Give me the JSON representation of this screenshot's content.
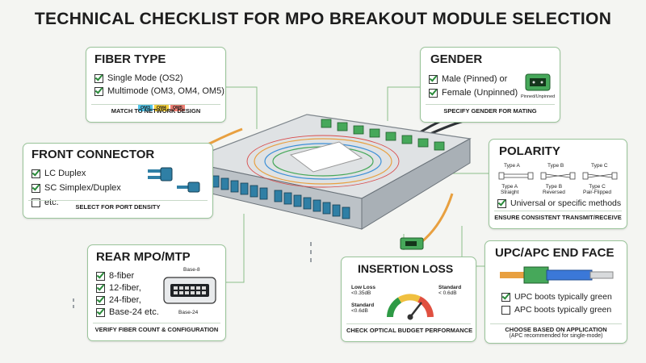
{
  "title": "TECHNICAL CHECKLIST FOR MPO BREAKOUT MODULE SELECTION",
  "fiber_type": {
    "heading": "FIBER TYPE",
    "items": [
      {
        "label": "Single Mode (OS2)",
        "checked": true
      },
      {
        "label": "Multimode (OM3, OM4, OM5)",
        "checked": true
      }
    ],
    "tags": [
      "OM3",
      "OM4",
      "OM5"
    ],
    "footer": "MATCH TO NETWORK DESIGN"
  },
  "gender": {
    "heading": "GENDER",
    "items": [
      {
        "label": "Male (Pinned) or",
        "checked": true
      },
      {
        "label": "Female (Unpinned)",
        "checked": true
      }
    ],
    "image_caption": "Pinned/Unpinned",
    "footer": "SPECIFY GENDER FOR MATING"
  },
  "front_connector": {
    "heading": "FRONT CONNECTOR",
    "items": [
      {
        "label": "LC Duplex",
        "checked": true
      },
      {
        "label": "SC Simplex/Duplex",
        "checked": true
      },
      {
        "label": "etc.",
        "checked": false
      }
    ],
    "footer": "SELECT FOR PORT DENSITY"
  },
  "polarity": {
    "heading": "POLARITY",
    "types": [
      {
        "top": "Type A",
        "bottom_1": "Type A",
        "bottom_2": "Straight"
      },
      {
        "top": "Type B",
        "bottom_1": "Type B",
        "bottom_2": "Reversed"
      },
      {
        "top": "Type C",
        "bottom_1": "Type C",
        "bottom_2": "Pair-Flipped"
      }
    ],
    "item": {
      "label": "Universal or specific methods",
      "checked": true
    },
    "footer": "ENSURE CONSISTENT TRANSMIT/RECEIVE"
  },
  "rear_mpo": {
    "heading": "REAR MPO/MTP",
    "items": [
      {
        "label": "8-fiber",
        "checked": true
      },
      {
        "label": "12-fiber,",
        "checked": true
      },
      {
        "label": "24-fiber,",
        "checked": true
      },
      {
        "label": "Base-24 etc.",
        "checked": true
      }
    ],
    "diagram_top": "Base-8",
    "diagram_bottom": "Base-24",
    "footer": "VERIFY FIBER COUNT & CONFIGURATION"
  },
  "insertion_loss": {
    "heading": "INSERTION LOSS",
    "low_loss_label": "Low Loss",
    "low_loss_value": "<0.35dB",
    "standard_left_label": "Standard",
    "standard_left_value": "<0.6dB",
    "standard_right_label": "Standard",
    "standard_right_value": "< 0.6dB",
    "footer": "CHECK OPTICAL BUDGET PERFORMANCE"
  },
  "end_face": {
    "heading": "UPC/APC END FACE",
    "items": [
      {
        "label": "UPC boots typically green",
        "checked": true
      },
      {
        "label": "APC boots typically green",
        "checked": false
      }
    ],
    "footer_1": "CHOOSE BASED ON APPLICATION",
    "footer_2": "(APC recommended for single-mode)"
  },
  "colors": {
    "accent_green": "#2a8a3a",
    "card_border": "#9ac49a",
    "om3": "#4fc3e8",
    "om4": "#f3cf3a",
    "om5": "#ee7f73",
    "connector_green": "#46a85a",
    "adapter_blue": "#2f7fa5",
    "fiber_orange": "#e8a040"
  }
}
